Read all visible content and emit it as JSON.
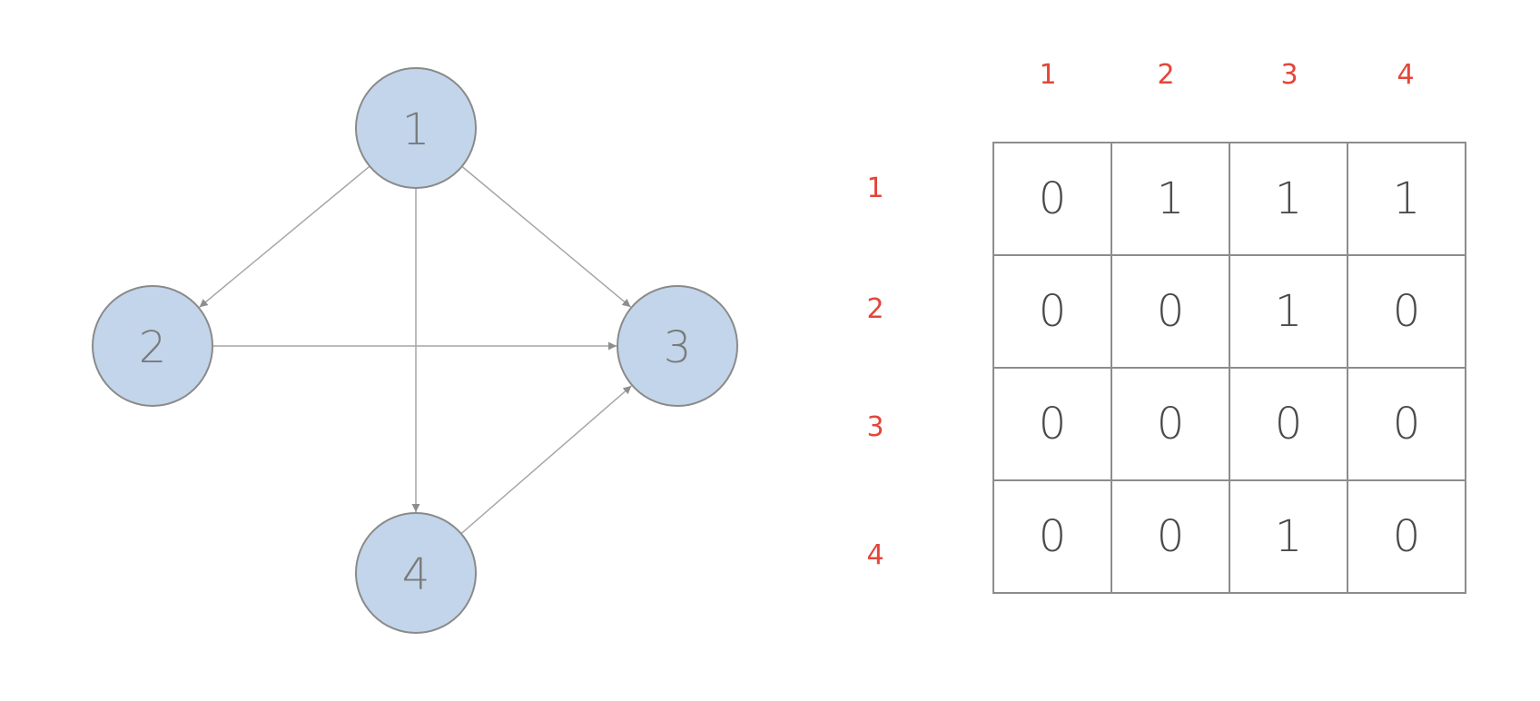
{
  "graph": {
    "nodes": [
      {
        "id": "1",
        "label": "1"
      },
      {
        "id": "2",
        "label": "2"
      },
      {
        "id": "3",
        "label": "3"
      },
      {
        "id": "4",
        "label": "4"
      }
    ],
    "edges": [
      {
        "from": "1",
        "to": "2"
      },
      {
        "from": "1",
        "to": "3"
      },
      {
        "from": "1",
        "to": "4"
      },
      {
        "from": "2",
        "to": "3"
      },
      {
        "from": "4",
        "to": "3"
      }
    ],
    "colors": {
      "node_fill": "#c2d5ea",
      "node_stroke": "#8a8a8a",
      "edge": "#a6a6a6",
      "label": "#7a7a7a"
    }
  },
  "matrix": {
    "col_headers": [
      "1",
      "2",
      "3",
      "4"
    ],
    "row_headers": [
      "1",
      "2",
      "3",
      "4"
    ],
    "rows": [
      [
        "0",
        "1",
        "1",
        "1"
      ],
      [
        "0",
        "0",
        "1",
        "0"
      ],
      [
        "0",
        "0",
        "0",
        "0"
      ],
      [
        "0",
        "0",
        "1",
        "0"
      ]
    ],
    "header_color": "#e3463a"
  }
}
